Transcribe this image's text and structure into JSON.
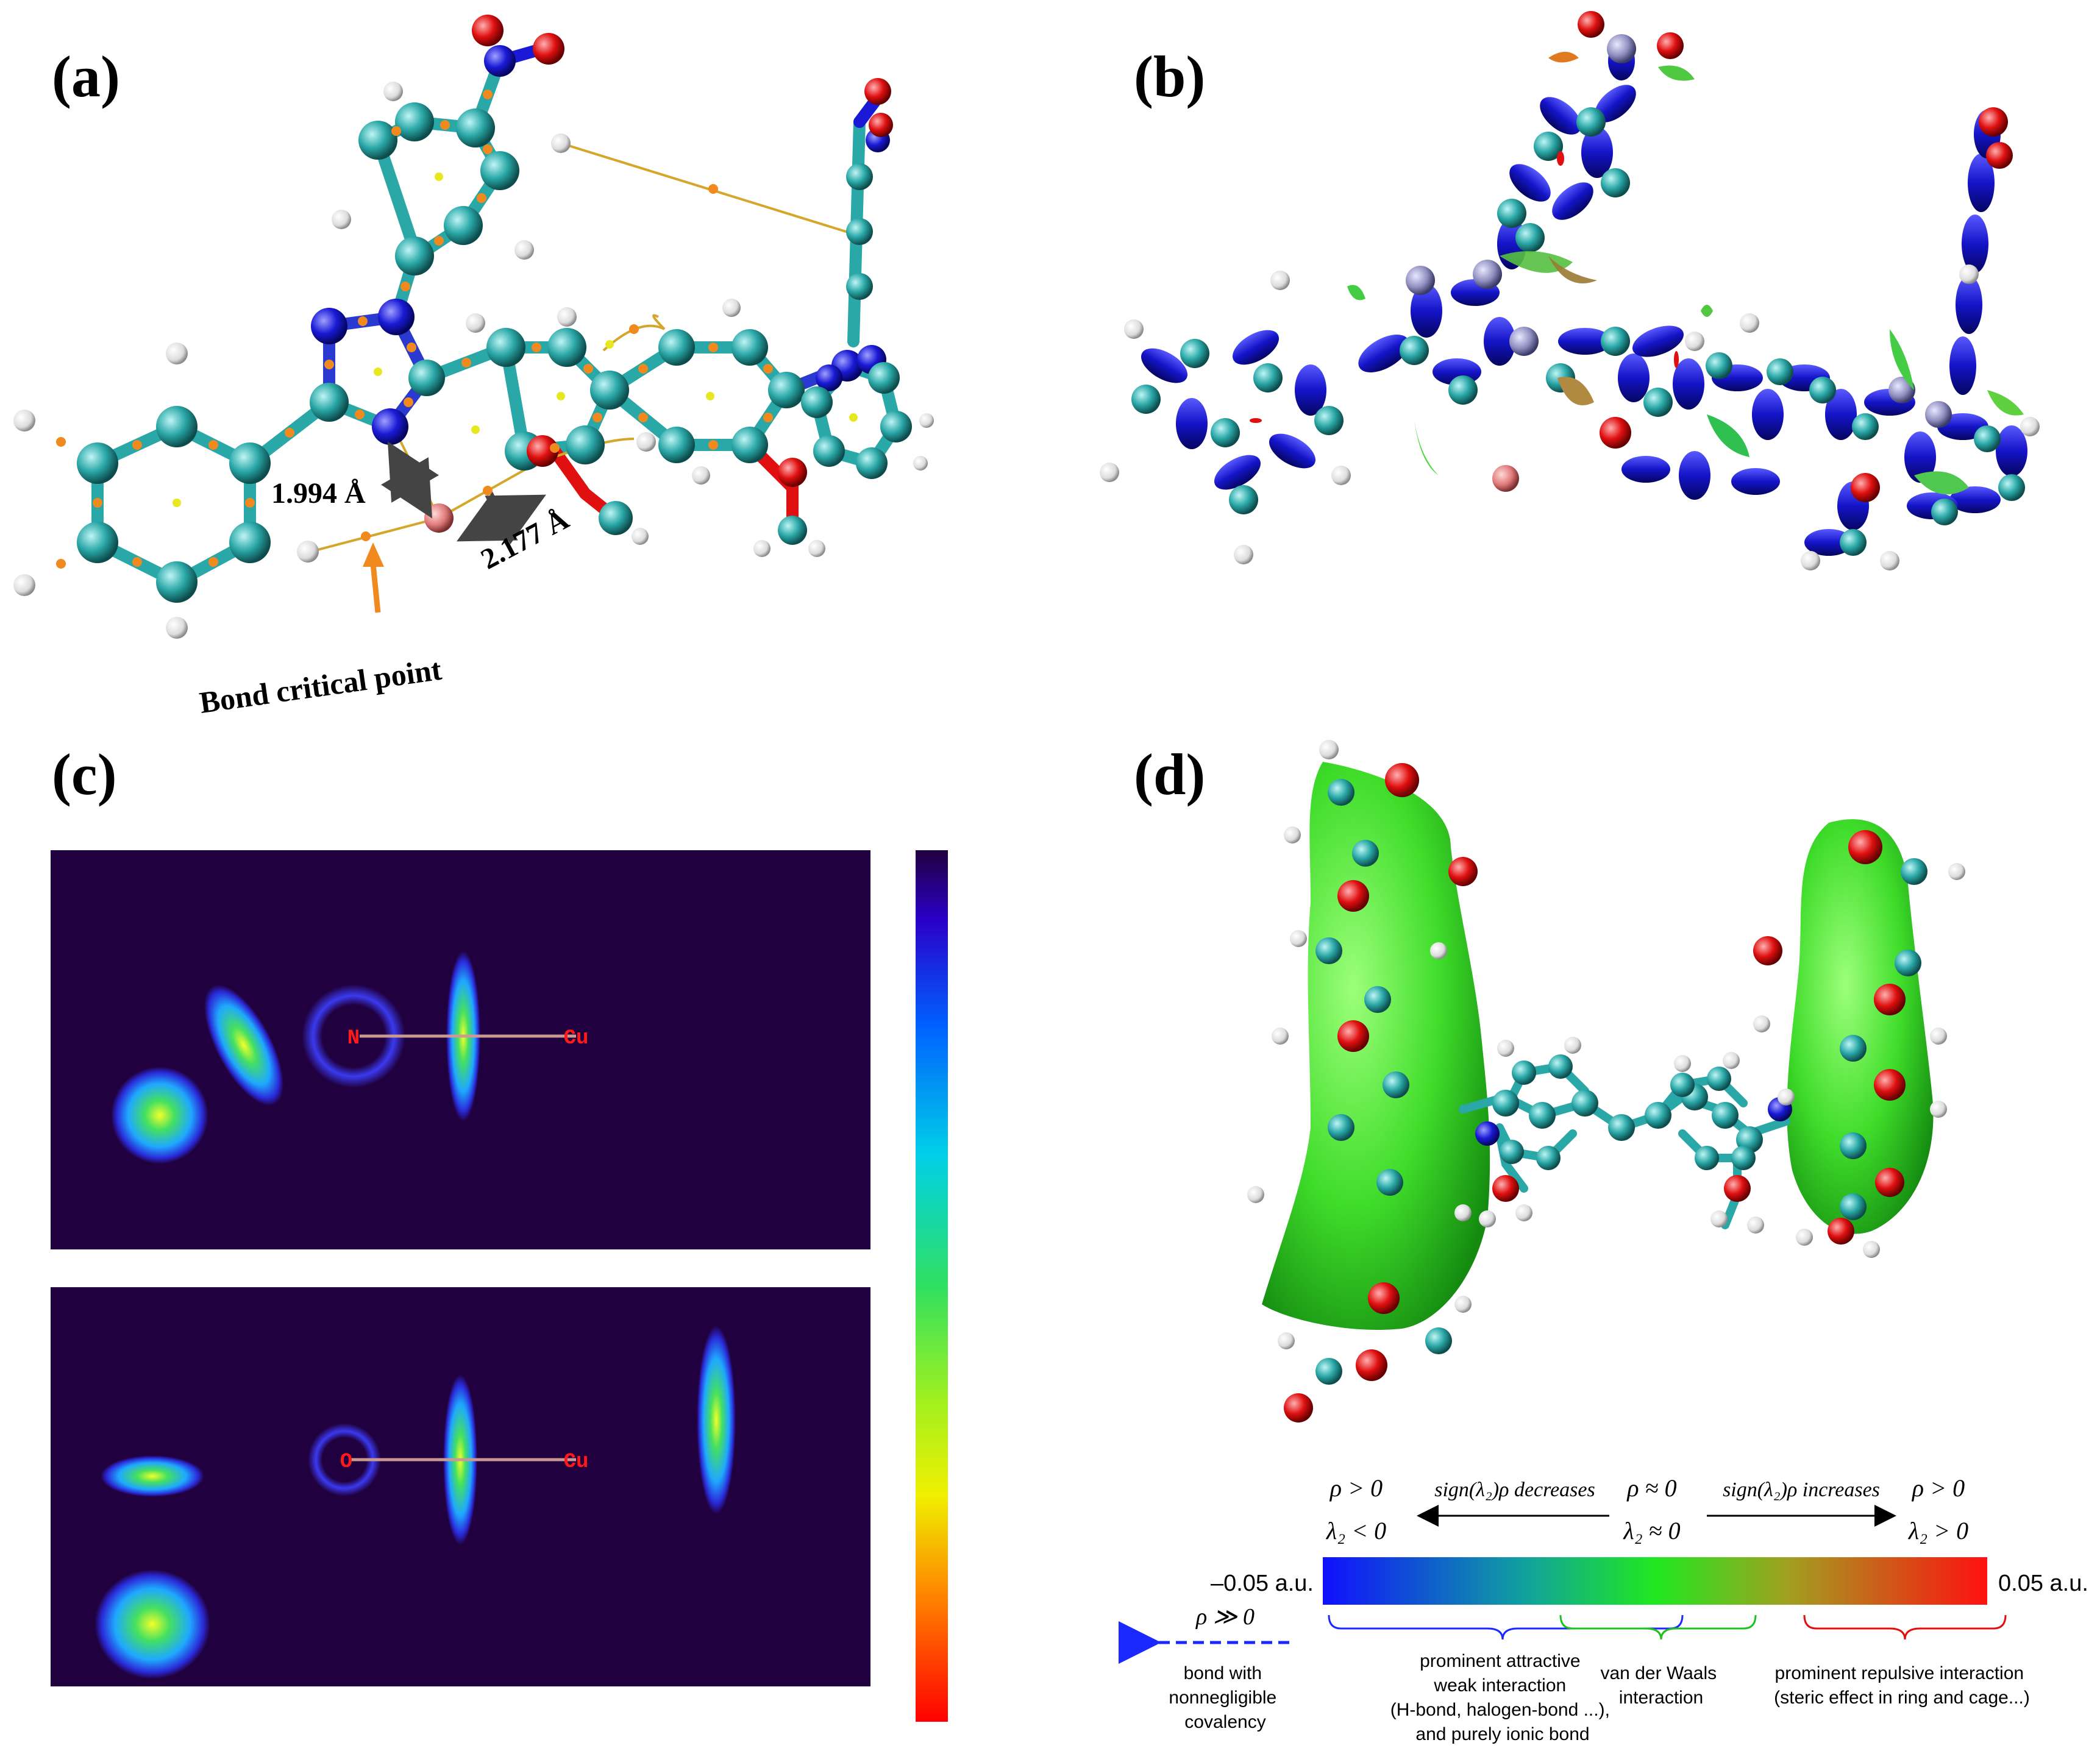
{
  "panels": {
    "a": {
      "label": "(a)",
      "distance_1": "1.994 Å",
      "distance_2": "2.177 Å",
      "annotation": "Bond critical point"
    },
    "b": {
      "label": "(b)"
    },
    "c": {
      "label": "(c)",
      "map_top": {
        "atom_left": "N",
        "atom_right": "Cu"
      },
      "map_bottom": {
        "atom_left": "O",
        "atom_right": "Cu"
      }
    },
    "d": {
      "label": "(d)",
      "scale": {
        "left_top": "ρ > 0",
        "left_bottom": "λ₂ < 0",
        "arrow_left_label": "sign(λ₂)ρ decreases",
        "mid_top": "ρ ≈ 0",
        "mid_bottom": "λ₂ ≈ 0",
        "arrow_right_label": "sign(λ₂)ρ increases",
        "right_top": "ρ > 0",
        "right_bottom": "λ₂ > 0",
        "min_label": "–0.05 a.u.",
        "max_label": "0.05 a.u.",
        "far_left_rho": "ρ ≫ 0",
        "covalency_lines": [
          "bond with",
          "nonnegligible",
          "covalency"
        ],
        "attractive_lines": [
          "prominent attractive",
          "weak interaction",
          "(H-bond, halogen-bond ...),",
          "and purely ionic bond"
        ],
        "vdw_lines": [
          "van der Waals",
          "interaction"
        ],
        "repulsive_lines": [
          "prominent repulsive interaction",
          "(steric effect in ring and cage...)"
        ]
      }
    }
  },
  "colors": {
    "carbon": "#2aa7a7",
    "hydrogen": "#f2f2f2",
    "nitrogen": "#1a1ad6",
    "oxygen": "#e01010",
    "copper": "#e07a7a",
    "bcp": "#f08a1e",
    "bond_path": "#d4a62a",
    "map_bg": "#21003f",
    "nci_green": "#3fdc2a"
  }
}
